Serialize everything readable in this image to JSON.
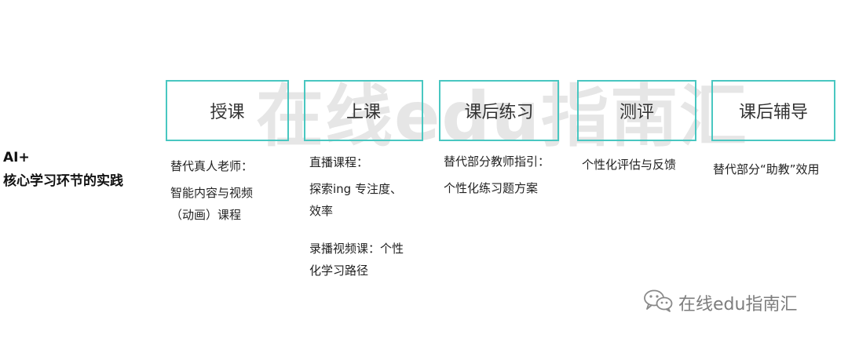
{
  "watermark": "在线edu指南汇",
  "side_label": {
    "line1": "AI+",
    "line2": "核心学习环节的实践"
  },
  "stages": [
    {
      "title": "授课",
      "items": [
        "替代真人老师：",
        "智能内容与视频",
        "（动画）课程"
      ]
    },
    {
      "title": "上课",
      "items": [
        "直播课程：",
        "探索ing 专注度、",
        "效率",
        "录播视频课：个性",
        "化学习路径"
      ]
    },
    {
      "title": "课后练习",
      "items": [
        "替代部分教师指引：",
        "个性化练习题方案"
      ]
    },
    {
      "title": "测评",
      "items": [
        "个性化评估与反馈"
      ]
    },
    {
      "title": "课后辅导",
      "items": [
        "替代部分“助教”效用"
      ]
    }
  ],
  "footer": {
    "icon": "wechat-icon",
    "text": "在线edu指南汇"
  },
  "colors": {
    "box_border": "#49c7c1",
    "watermark": "#e6e6e6",
    "footer_text": "#7d7d7d"
  }
}
